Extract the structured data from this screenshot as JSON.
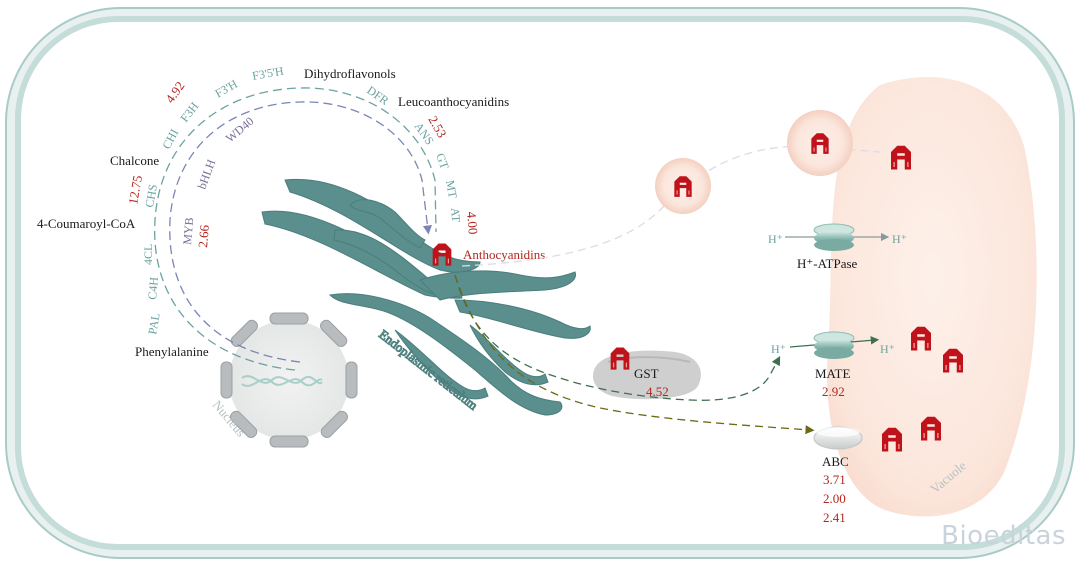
{
  "pathway": {
    "phenylalanine": "Phenylalanine",
    "coumaroyl": "4-Coumaroyl-CoA",
    "chalcone": "Chalcone",
    "dihydroflavonols": "Dihydroflavonols",
    "leucoanthocyanidins": "Leucoanthocyanidins",
    "anthocyanidins": "Anthocyanidins"
  },
  "enzymes": {
    "pal": "PAL",
    "c4h": "C4H",
    "4cl": "4CL",
    "chs": "CHS",
    "chi": "CHI",
    "f3h": "F3H",
    "f3ph": "F3'H",
    "f3p5ph": "F3'5'H",
    "dfr": "DFR",
    "ans": "ANS",
    "gt": "GT",
    "mt": "MT",
    "at": "AT"
  },
  "regulators": {
    "wd40": "WD40",
    "bhlh": "bHLH",
    "myb": "MYB"
  },
  "values": {
    "chs": "12.75",
    "f3h": "4.92",
    "ans": "2.53",
    "at": "4.00",
    "myb": "2.66",
    "gst": "4.52",
    "mate": "2.92",
    "abc": [
      "3.71",
      "2.00",
      "2.41"
    ]
  },
  "organelles": {
    "nucleus": "Nucleus",
    "er": "Endoplasmic reticulum",
    "vacuole": "Vacuole"
  },
  "transport": {
    "gst": "GST",
    "h_left": "H⁺",
    "h_right": "H⁺",
    "atpase": "H⁺-ATPase",
    "mate_h_left": "H⁺",
    "mate_h_right": "H⁺",
    "mate": "MATE",
    "abc": "ABC"
  },
  "watermark": "Bioeditas",
  "colors": {
    "anthocyanin": "#c0121a",
    "teal": "#6aa3a0",
    "purple": "#7a6e96",
    "value_red": "#b3261e",
    "er": "#5a8f8d"
  },
  "icons": {
    "anthocyanin": "anthocyanin-molecule-icon"
  }
}
